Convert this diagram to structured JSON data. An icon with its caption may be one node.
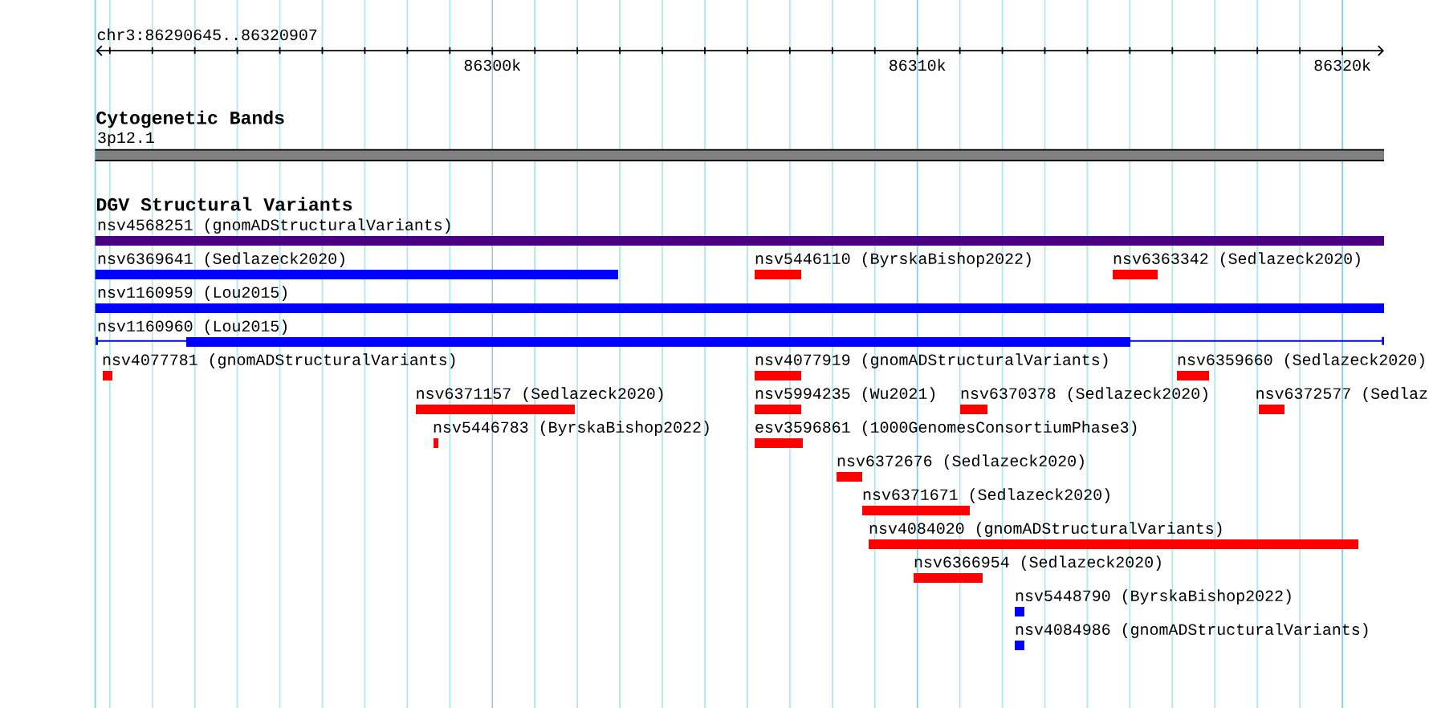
{
  "diagram": {
    "nodes": [
      {
        "text": [
          "3p12.1"
        ]
      },
      {
        "text": [
          "nsv4568251 (gnomADStructuralVariants)"
        ]
      },
      {
        "text": [
          "nsv6369641 (Sedlazeck2020)"
        ]
      },
      {
        "text": [
          "nsv5446110 (ByrskaBishop2022)"
        ]
      },
      {
        "text": [
          "nsv6363342 (Sedlazeck2020)"
        ]
      },
      {
        "text": [
          "nsv1160959 (Lou2015)"
        ]
      },
      {
        "text": [
          "nsv1160960 (Lou2015)"
        ]
      },
      {
        "text": [
          "nsv4077781 (gnomADStructuralVariants)"
        ]
      },
      {
        "text": [
          "nsv4077919 (gnomADStructuralVariants)"
        ]
      },
      {
        "text": [
          "nsv6359660 (Sedlazeck2020)"
        ]
      },
      {
        "text": [
          "nsv6371157 (Sedlazeck2020)"
        ]
      },
      {
        "text": [
          "nsv5994235 (Wu2021)"
        ]
      },
      {
        "text": [
          "nsv6370378 (Sedlazeck2020)"
        ]
      },
      {
        "text": [
          "nsv6372577 (Sedlaz"
        ]
      },
      {
        "text": [
          "nsv5446783 (ByrskaBishop2022)"
        ]
      },
      {
        "text": [
          "esv3596861 (1000GenomesConsortiumPhase3)"
        ]
      },
      {
        "text": [
          "nsv6372676 (Sedlazeck2020)"
        ]
      },
      {
        "text": [
          "nsv6371671 (Sedlazeck2020)"
        ]
      },
      {
        "text": [
          "nsv4084020 (gnomADStructuralVariants)"
        ]
      },
      {
        "text": [
          "nsv6366954 (Sedlazeck2020)"
        ]
      },
      {
        "text": [
          "nsv5448790 (ByrskaBishop2022)"
        ]
      },
      {
        "text": [
          "nsv4084986 (gnomADStructuralVariants)"
        ]
      }
    ],
    "labels": [
      "chr3:86290645..86320907",
      "86300k",
      "86310k",
      "86320k",
      "Cytogenetic Bands",
      "DGV Structural Variants"
    ]
  }
}
